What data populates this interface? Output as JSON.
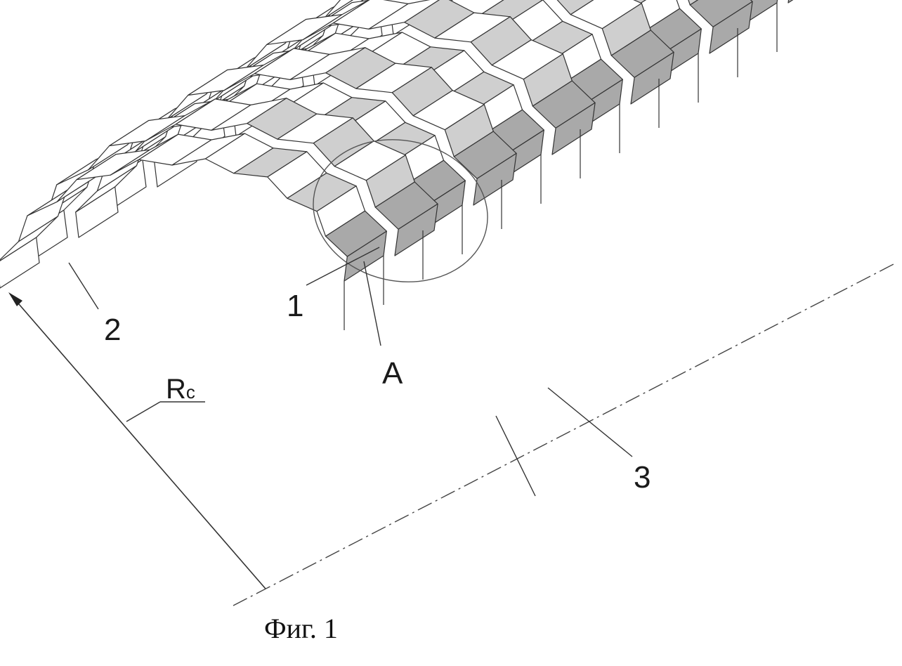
{
  "figure": {
    "callouts": {
      "part_1": "1",
      "part_2": "2",
      "part_3": "3",
      "detail_a": "A"
    },
    "radius": {
      "letter": "R",
      "subscript": "c"
    },
    "caption": "Фиг. 1"
  },
  "colors": {
    "line": "#333333",
    "face_light": "#ffffff",
    "face_mid": "#cfcfcf",
    "face_dark": "#a9a9a9"
  }
}
